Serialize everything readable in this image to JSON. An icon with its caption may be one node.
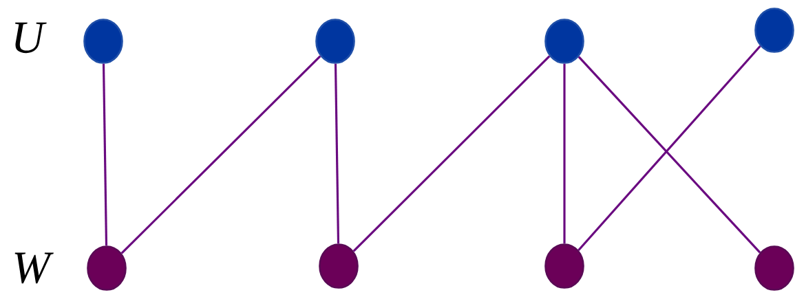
{
  "diagram": {
    "nodes": [
      {
        "text": [],
        "shape": "circle"
      },
      {
        "text": [],
        "shape": "circle"
      },
      {
        "text": [],
        "shape": "circle"
      },
      {
        "text": [],
        "shape": "circle"
      },
      {
        "text": [],
        "shape": "circle"
      },
      {
        "text": [],
        "shape": "circle"
      },
      {
        "text": [],
        "shape": "circle"
      },
      {
        "text": [],
        "shape": "circle"
      }
    ],
    "edges": [
      {
        "from": 0,
        "to": 4,
        "arrow": "none"
      },
      {
        "from": 1,
        "to": 4,
        "arrow": "none"
      },
      {
        "from": 1,
        "to": 5,
        "arrow": "none"
      },
      {
        "from": 2,
        "to": 5,
        "arrow": "none"
      },
      {
        "from": 2,
        "to": 6,
        "arrow": "none"
      },
      {
        "from": 2,
        "to": 7,
        "arrow": "none"
      },
      {
        "from": 3,
        "to": 6,
        "arrow": "none"
      }
    ],
    "labels": [
      "U",
      "W"
    ]
  }
}
